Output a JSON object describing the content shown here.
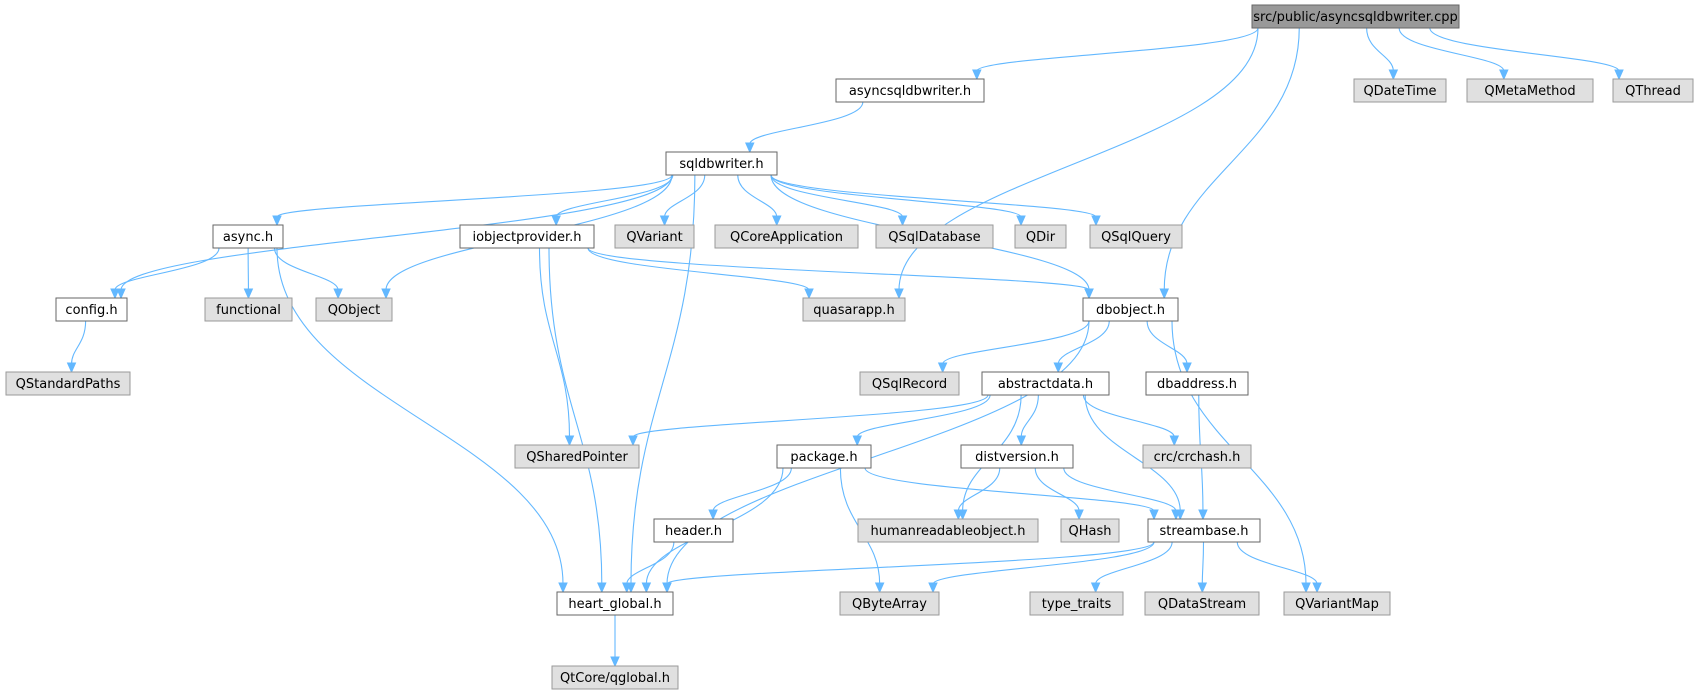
{
  "colors": {
    "root_fill": "#999999",
    "root_stroke": "#666666",
    "local_fill": "#ffffff",
    "local_stroke": "#666666",
    "external_fill": "#e0e0e0",
    "external_stroke": "#999999",
    "edge": "#63b8ff"
  },
  "nodes": {
    "root": {
      "label": "src/public/asyncsqldbwriter.cpp",
      "kind": "root"
    },
    "asyncsqldbwriter_h": {
      "label": "asyncsqldbwriter.h",
      "kind": "local"
    },
    "qdatetime": {
      "label": "QDateTime",
      "kind": "external"
    },
    "qmetamethod": {
      "label": "QMetaMethod",
      "kind": "external"
    },
    "qthread": {
      "label": "QThread",
      "kind": "external"
    },
    "sqldbwriter_h": {
      "label": "sqldbwriter.h",
      "kind": "local"
    },
    "async_h": {
      "label": "async.h",
      "kind": "local"
    },
    "iobjectprovider_h": {
      "label": "iobjectprovider.h",
      "kind": "local"
    },
    "qvariant": {
      "label": "QVariant",
      "kind": "external"
    },
    "qcoreapplication": {
      "label": "QCoreApplication",
      "kind": "external"
    },
    "qsqldatabase": {
      "label": "QSqlDatabase",
      "kind": "external"
    },
    "qdir": {
      "label": "QDir",
      "kind": "external"
    },
    "qsqlquery": {
      "label": "QSqlQuery",
      "kind": "external"
    },
    "config_h": {
      "label": "config.h",
      "kind": "local"
    },
    "functional": {
      "label": "functional",
      "kind": "external"
    },
    "qobject": {
      "label": "QObject",
      "kind": "external"
    },
    "quasarapp_h": {
      "label": "quasarapp.h",
      "kind": "external"
    },
    "dbobject_h": {
      "label": "dbobject.h",
      "kind": "local"
    },
    "qstandardpaths": {
      "label": "QStandardPaths",
      "kind": "external"
    },
    "qsqlrecord": {
      "label": "QSqlRecord",
      "kind": "external"
    },
    "abstractdata_h": {
      "label": "abstractdata.h",
      "kind": "local"
    },
    "dbaddress_h": {
      "label": "dbaddress.h",
      "kind": "local"
    },
    "qsharedpointer": {
      "label": "QSharedPointer",
      "kind": "external"
    },
    "package_h": {
      "label": "package.h",
      "kind": "local"
    },
    "distversion_h": {
      "label": "distversion.h",
      "kind": "local"
    },
    "crchash_h": {
      "label": "crc/crchash.h",
      "kind": "external"
    },
    "header_h": {
      "label": "header.h",
      "kind": "local"
    },
    "humanreadableobject_h": {
      "label": "humanreadableobject.h",
      "kind": "external"
    },
    "qhash": {
      "label": "QHash",
      "kind": "external"
    },
    "streambase_h": {
      "label": "streambase.h",
      "kind": "local"
    },
    "heart_global_h": {
      "label": "heart_global.h",
      "kind": "local"
    },
    "qbytearray": {
      "label": "QByteArray",
      "kind": "external"
    },
    "type_traits": {
      "label": "type_traits",
      "kind": "external"
    },
    "qdatastream": {
      "label": "QDataStream",
      "kind": "external"
    },
    "qvariantmap": {
      "label": "QVariantMap",
      "kind": "external"
    },
    "qglobal_h": {
      "label": "QtCore/qglobal.h",
      "kind": "external"
    }
  },
  "edges": [
    [
      "root",
      "asyncsqldbwriter_h"
    ],
    [
      "root",
      "qdatetime"
    ],
    [
      "root",
      "qmetamethod"
    ],
    [
      "root",
      "qthread"
    ],
    [
      "root",
      "quasarapp_h"
    ],
    [
      "root",
      "dbobject_h"
    ],
    [
      "asyncsqldbwriter_h",
      "sqldbwriter_h"
    ],
    [
      "sqldbwriter_h",
      "async_h"
    ],
    [
      "sqldbwriter_h",
      "iobjectprovider_h"
    ],
    [
      "sqldbwriter_h",
      "qvariant"
    ],
    [
      "sqldbwriter_h",
      "qcoreapplication"
    ],
    [
      "sqldbwriter_h",
      "qsqldatabase"
    ],
    [
      "sqldbwriter_h",
      "qdir"
    ],
    [
      "sqldbwriter_h",
      "qsqlquery"
    ],
    [
      "sqldbwriter_h",
      "config_h"
    ],
    [
      "sqldbwriter_h",
      "qobject"
    ],
    [
      "sqldbwriter_h",
      "dbobject_h"
    ],
    [
      "sqldbwriter_h",
      "heart_global_h"
    ],
    [
      "async_h",
      "config_h"
    ],
    [
      "async_h",
      "functional"
    ],
    [
      "async_h",
      "qobject"
    ],
    [
      "async_h",
      "heart_global_h"
    ],
    [
      "iobjectprovider_h",
      "quasarapp_h"
    ],
    [
      "iobjectprovider_h",
      "dbobject_h"
    ],
    [
      "iobjectprovider_h",
      "qsharedpointer"
    ],
    [
      "iobjectprovider_h",
      "heart_global_h"
    ],
    [
      "config_h",
      "qstandardpaths"
    ],
    [
      "dbobject_h",
      "qsqlrecord"
    ],
    [
      "dbobject_h",
      "abstractdata_h"
    ],
    [
      "dbobject_h",
      "dbaddress_h"
    ],
    [
      "dbobject_h",
      "qvariantmap"
    ],
    [
      "dbobject_h",
      "heart_global_h"
    ],
    [
      "abstractdata_h",
      "qsharedpointer"
    ],
    [
      "abstractdata_h",
      "package_h"
    ],
    [
      "abstractdata_h",
      "distversion_h"
    ],
    [
      "abstractdata_h",
      "crchash_h"
    ],
    [
      "abstractdata_h",
      "humanreadableobject_h"
    ],
    [
      "abstractdata_h",
      "streambase_h"
    ],
    [
      "dbaddress_h",
      "streambase_h"
    ],
    [
      "package_h",
      "header_h"
    ],
    [
      "package_h",
      "heart_global_h"
    ],
    [
      "package_h",
      "qbytearray"
    ],
    [
      "package_h",
      "streambase_h"
    ],
    [
      "distversion_h",
      "humanreadableobject_h"
    ],
    [
      "distversion_h",
      "qhash"
    ],
    [
      "distversion_h",
      "streambase_h"
    ],
    [
      "header_h",
      "heart_global_h"
    ],
    [
      "streambase_h",
      "heart_global_h"
    ],
    [
      "streambase_h",
      "qbytearray"
    ],
    [
      "streambase_h",
      "type_traits"
    ],
    [
      "streambase_h",
      "qdatastream"
    ],
    [
      "streambase_h",
      "qvariantmap"
    ],
    [
      "heart_global_h",
      "qglobal_h"
    ]
  ]
}
